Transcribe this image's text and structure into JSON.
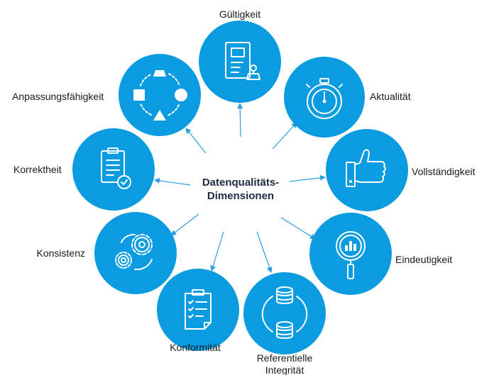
{
  "center": {
    "line1": "Datenqualitäts-",
    "line2": "Dimensionen"
  },
  "dimensions": [
    {
      "label": "Gültigkeit",
      "icon": "document-stamp-icon"
    },
    {
      "label": "Aktualität",
      "icon": "stopwatch-icon"
    },
    {
      "label": "Vollständigkeit",
      "icon": "thumbs-up-icon"
    },
    {
      "label": "Eindeutigkeit",
      "icon": "magnifier-chart-icon"
    },
    {
      "label_line1": "Referentielle",
      "label_line2": "Integrität",
      "icon": "linked-databases-icon"
    },
    {
      "label": "Konformität",
      "icon": "checklist-clipboard-icon"
    },
    {
      "label": "Konsistenz",
      "icon": "gears-icon"
    },
    {
      "label": "Korrektheit",
      "icon": "clipboard-check-icon"
    },
    {
      "label": "Anpassungsfähigkeit",
      "icon": "shape-cycle-icon"
    }
  ],
  "colors": {
    "circle": "#0a9be0",
    "arrow": "#2a9fe0",
    "text": "#1a1a1a"
  }
}
